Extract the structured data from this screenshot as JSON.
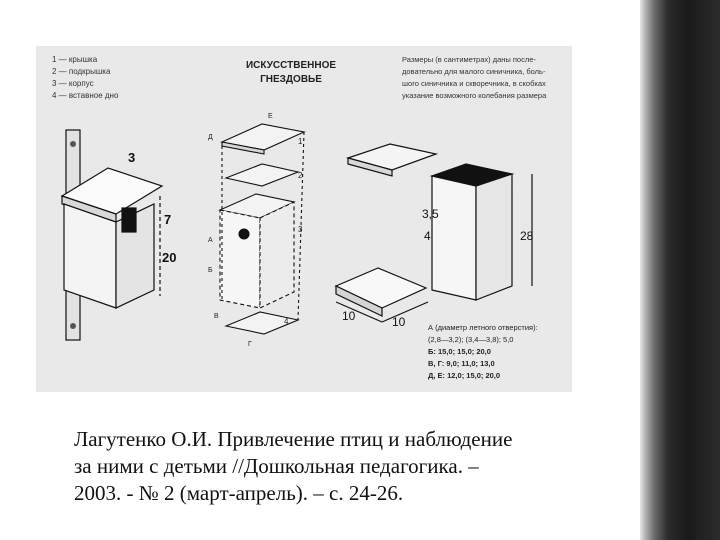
{
  "legend": [
    "1 — крышка",
    "2 — подкрышка",
    "3 — корпус",
    "4 — вставное дно"
  ],
  "figure_title": [
    "ИСКУССТВЕННОЕ",
    "ГНЕЗДОВЬЕ"
  ],
  "size_note": [
    "Размеры (в сантиметрах) даны после-",
    "довательно для малого синичника, боль-",
    "шого синичника и скворечника, в скобках",
    "указание возможного колебания размера"
  ],
  "dimension_labels": {
    "d3": "3",
    "d7": "7",
    "d20": "20",
    "d35": "3,5",
    "d4": "4",
    "d28": "28",
    "d10a": "10",
    "d10b": "10"
  },
  "part_numbers": [
    "1",
    "2",
    "3",
    "4"
  ],
  "letter_labels": {
    "A": "А",
    "B": "Б",
    "V": "В",
    "G": "Г",
    "D": "Д",
    "E": "Е"
  },
  "spec_lines": [
    "А (диаметр летного отверстия):",
    "(2,8—3,2); (3,4—3,8); 5,0",
    "Б: 15,0; 15,0; 20,0",
    "В, Г: 9,0; 11,0; 13,0",
    "Д, Е: 12,0; 15,0; 20,0"
  ],
  "caption_lines": [
    "Лагутенко О.И. Привлечение птиц и наблюдение",
    "за ними с детьми //Дошкольная педагогика. –",
    "2003. - № 2 (март-апрель). – с. 24-26."
  ]
}
